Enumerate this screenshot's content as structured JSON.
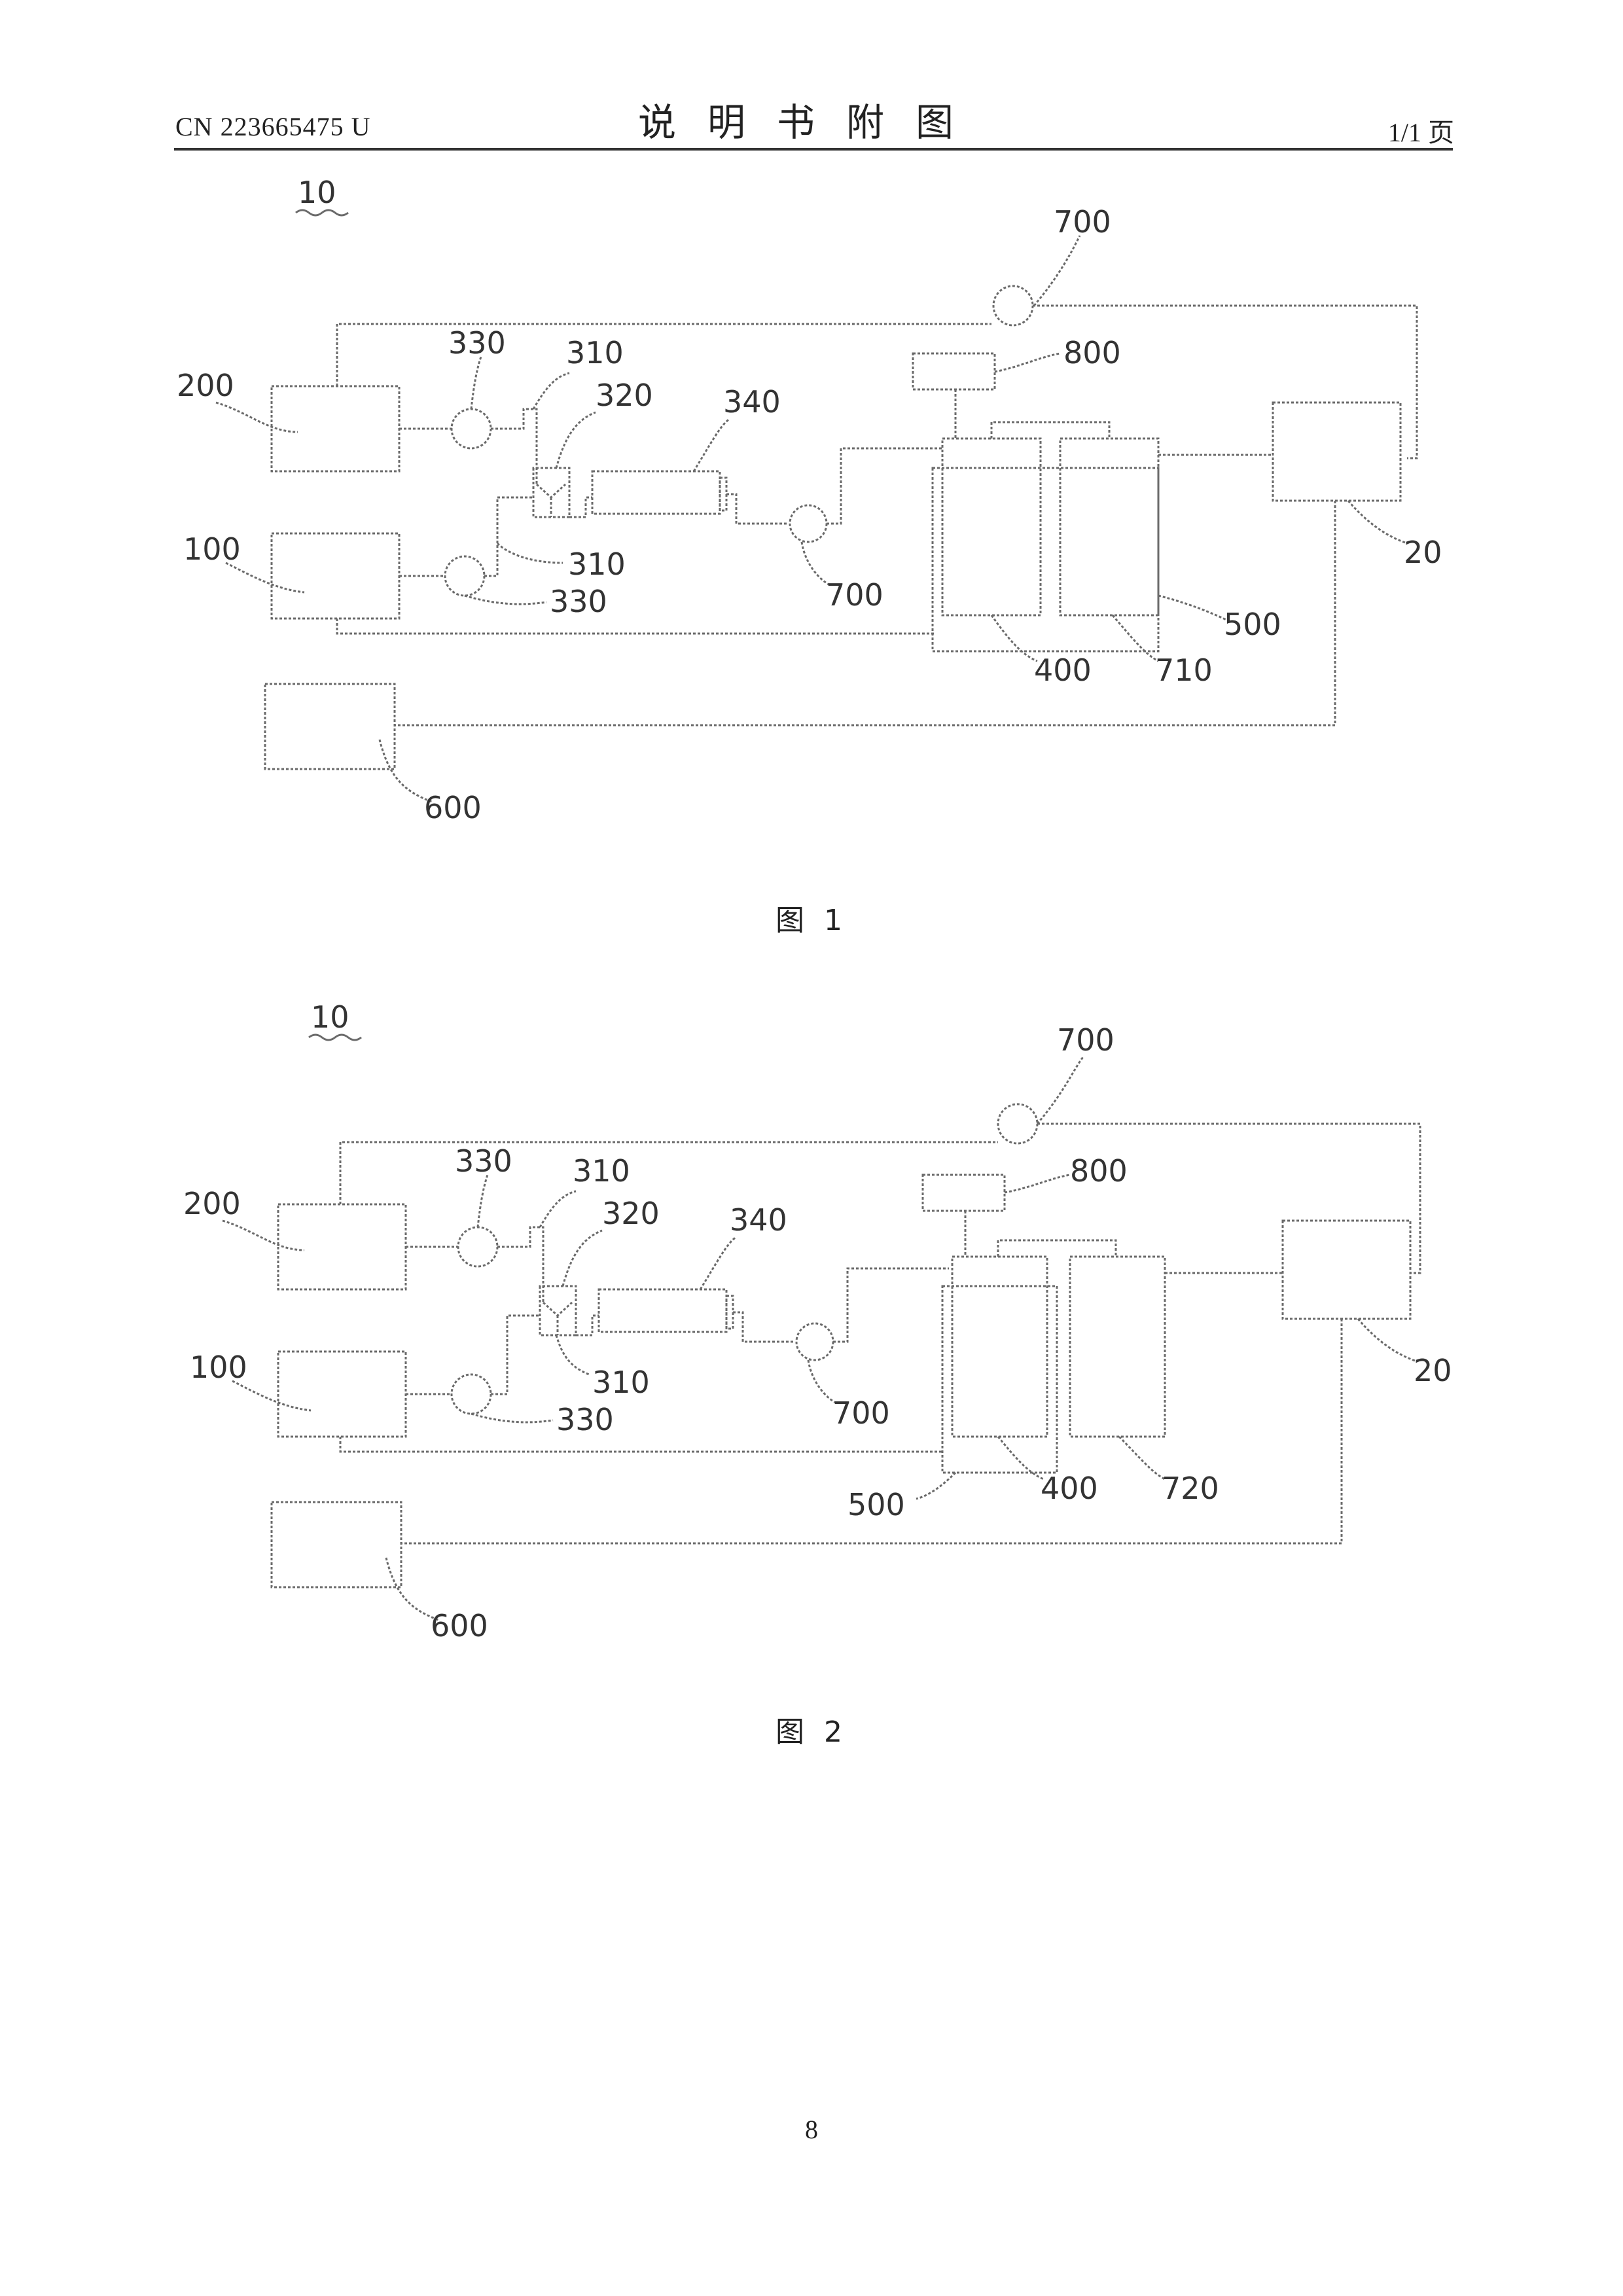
{
  "header": {
    "doc_number": "CN 223665475 U",
    "title": "说明书附图",
    "page_info": "1/1 页"
  },
  "figures": [
    {
      "caption": "图 1",
      "labels": {
        "system": "10",
        "pump_top": "700",
        "sensor": "800",
        "unit_200": "200",
        "pump_330_upper": "330",
        "pipe_310_upper": "310",
        "mixer": "320",
        "reactor": "340",
        "unit_100": "100",
        "pipe_310_lower": "310",
        "pump_330_lower": "330",
        "pump_mid": "700",
        "enclosure": "500",
        "tank_400": "400",
        "tank_second": "710",
        "controller": "20",
        "unit_600": "600"
      }
    },
    {
      "caption": "图 2",
      "labels": {
        "system": "10",
        "pump_top": "700",
        "sensor": "800",
        "unit_200": "200",
        "pump_330_upper": "330",
        "pipe_310_upper": "310",
        "mixer": "320",
        "reactor": "340",
        "unit_100": "100",
        "pipe_310_lower": "310",
        "pump_330_lower": "330",
        "pump_mid": "700",
        "enclosure": "500",
        "tank_400": "400",
        "tank_second": "720",
        "controller": "20",
        "unit_600": "600"
      }
    }
  ],
  "page_number": "8"
}
